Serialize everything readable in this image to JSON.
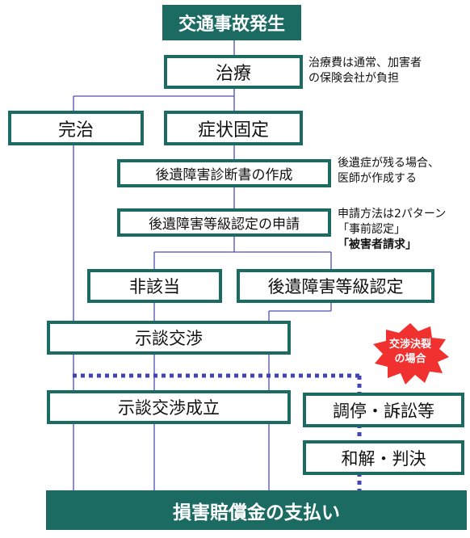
{
  "title": "交通事故発生",
  "colors": {
    "accent": "#1b6b63",
    "line": "#4a4fb0",
    "dotted": "#4343b5",
    "burst": "#f0312f"
  },
  "boxes": {
    "treatment": "治療",
    "cured": "完治",
    "symptom_fixed": "症状固定",
    "diagnosis_report": "後遺障害診断書の作成",
    "grade_application": "後遺障害等級認定の申請",
    "not_applicable": "非該当",
    "grade_certified": "後遺障害等級認定",
    "negotiation": "示談交渉",
    "settlement": "示談交渉成立",
    "mediation_lawsuit": "調停・訴訟等",
    "reconciliation_judgment": "和解・判決",
    "payment": "損害賠償金の支払い"
  },
  "notes": {
    "treatment_cost": [
      "治療費は通常、加害者",
      "の保険会社が負担"
    ],
    "after_effect": [
      "後遺症が残る場合、",
      "医師が作成する"
    ],
    "application_methods": [
      "申請方法は2パターン",
      "「事前認定」",
      "「被害者請求」"
    ]
  },
  "burst": [
    "交渉決裂",
    "の場合"
  ]
}
